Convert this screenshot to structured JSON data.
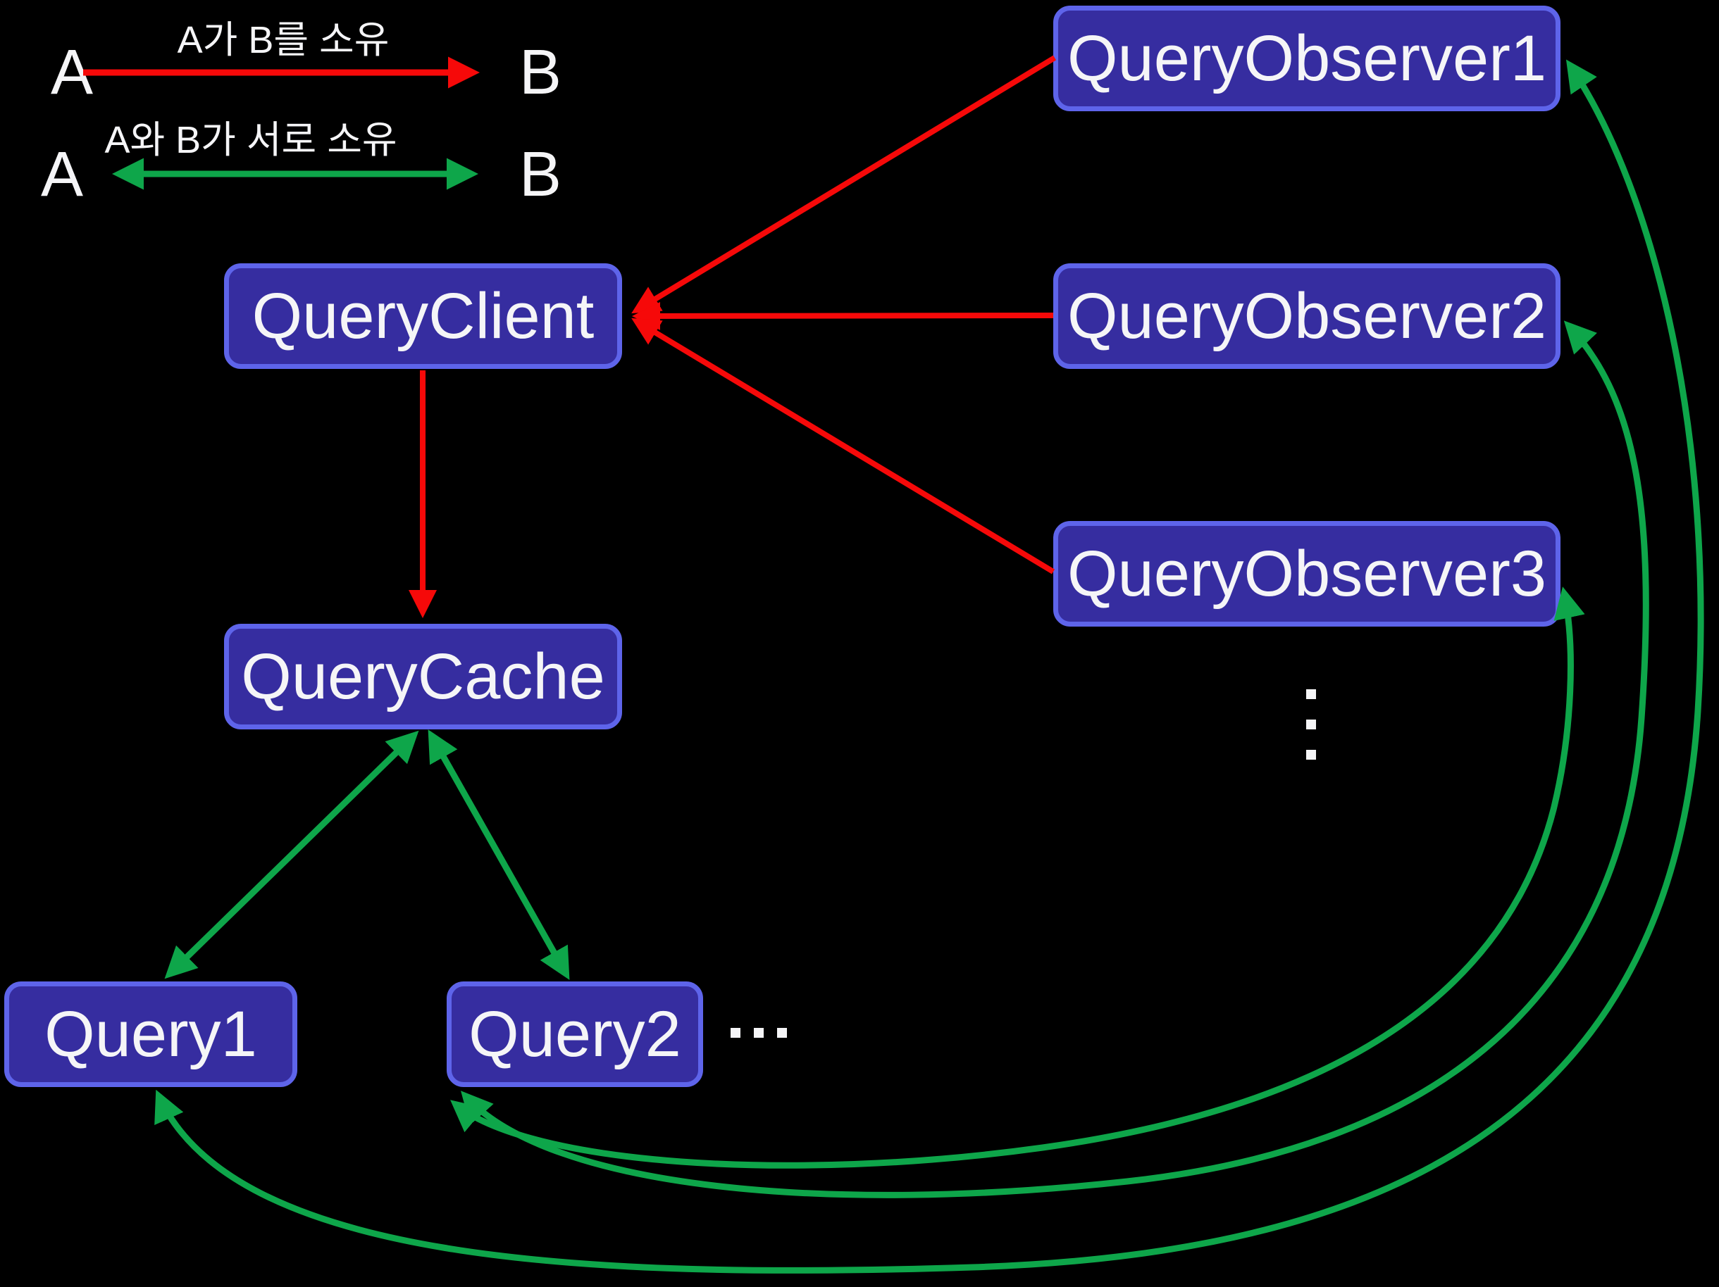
{
  "legend": {
    "owns_row": {
      "from": "A",
      "to": "B",
      "label": "A가 B를 소유"
    },
    "mutual_row": {
      "from": "A",
      "to": "B",
      "label": "A와 B가 서로 소유"
    }
  },
  "nodes": {
    "query_client": {
      "label": "QueryClient"
    },
    "query_cache": {
      "label": "QueryCache"
    },
    "query_observer1": {
      "label": "QueryObserver1"
    },
    "query_observer2": {
      "label": "QueryObserver2"
    },
    "query_observer3": {
      "label": "QueryObserver3"
    },
    "query1": {
      "label": "Query1"
    },
    "query2": {
      "label": "Query2"
    }
  },
  "edges": [
    {
      "from": "QueryObserver1",
      "to": "QueryClient",
      "type": "owns"
    },
    {
      "from": "QueryObserver2",
      "to": "QueryClient",
      "type": "owns"
    },
    {
      "from": "QueryObserver3",
      "to": "QueryClient",
      "type": "owns"
    },
    {
      "from": "QueryClient",
      "to": "QueryCache",
      "type": "owns"
    },
    {
      "from": "QueryCache",
      "to": "Query1",
      "type": "mutual"
    },
    {
      "from": "QueryCache",
      "to": "Query2",
      "type": "mutual"
    },
    {
      "from": "Query1",
      "to": "QueryObserver1",
      "type": "mutual"
    },
    {
      "from": "Query2",
      "to": "QueryObserver2",
      "type": "mutual"
    },
    {
      "from": "Query2",
      "to": "QueryObserver3",
      "type": "mutual"
    }
  ],
  "ellipsis": {
    "horizontal_after_query2": "...",
    "vertical_after_query_observer3": "⋮"
  },
  "colors": {
    "owns_arrow": "#f60909",
    "mutual_arrow": "#0ea64a",
    "node_fill": "#362da0",
    "node_border": "#5e64ea",
    "text": "#f5f5f7",
    "background": "#000000"
  }
}
